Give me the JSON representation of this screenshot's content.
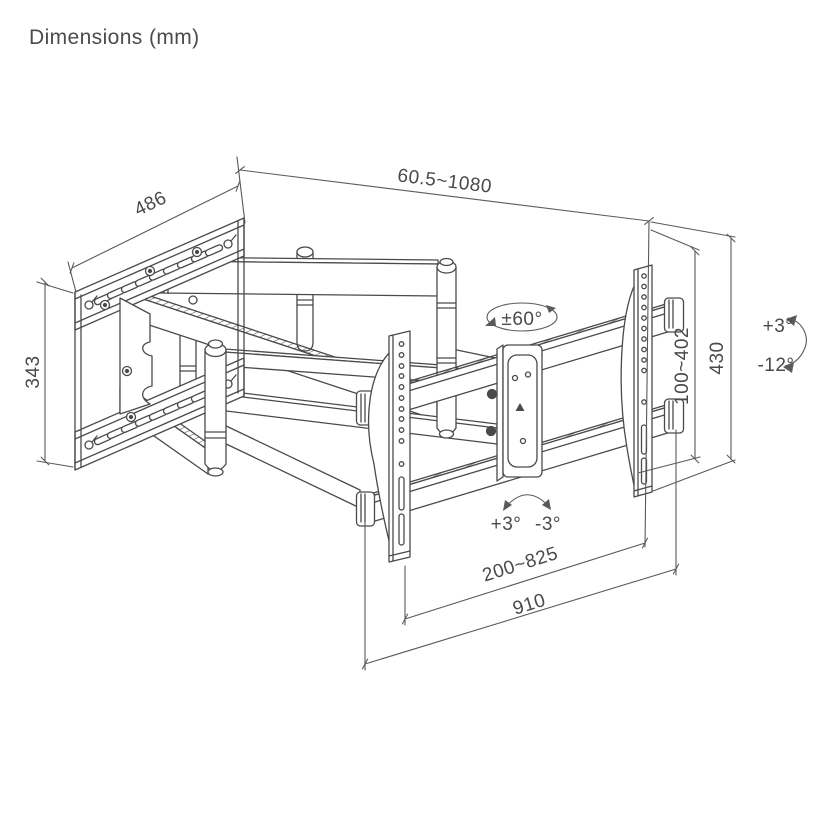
{
  "title": "Dimensions (mm)",
  "colors": {
    "line": "#4a4a4a",
    "dim_line": "#5a5a5a",
    "text": "#4a4a4a",
    "background": "#ffffff"
  },
  "labels": {
    "wall_plate_width": "486",
    "wall_plate_height": "343",
    "extension_range": "60.5~1080",
    "vesa_height_range": "100~402",
    "bracket_height": "430",
    "tilt_up": "+3°",
    "tilt_down": "-12°",
    "swivel_range": "±60°",
    "level_left": "+3°",
    "level_right": "-3°",
    "vesa_width_range": "200~825",
    "crossbar_width": "910"
  }
}
